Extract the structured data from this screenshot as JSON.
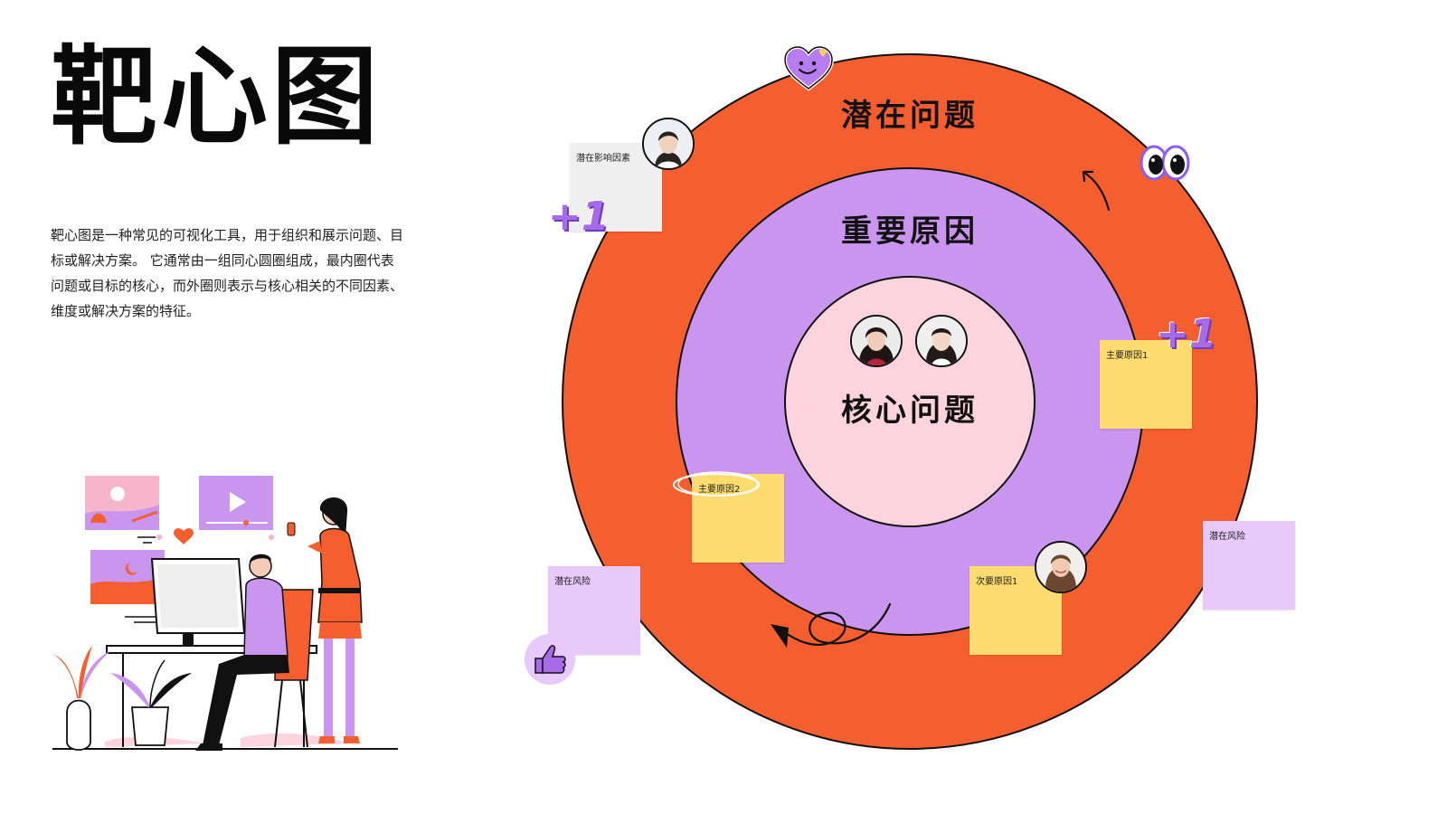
{
  "title": "靶心图",
  "description": "靶心图是一种常见的可视化工具，用于组织和展示问题、目标或解决方案。 它通常由一组同心圆圈组成，最内圈代表问题或目标的核心，而外圈则表示与核心相关的不同因素、维度或解决方案的特征。",
  "rings": {
    "outer_label": "潜在问题",
    "middle_label": "重要原因",
    "inner_label": "核心问题"
  },
  "notes": {
    "potential_factor": "潜在影响因素",
    "main_reason_1": "主要原因1",
    "main_reason_2": "主要原因2",
    "secondary_reason_1": "次要原因1",
    "potential_risk_left": "潜在风险",
    "potential_risk_right": "潜在风险"
  },
  "stickers": {
    "plus_one": "+1"
  },
  "colors": {
    "outer_ring": "#F55E2F",
    "middle_ring": "#C995EF",
    "inner_ring": "#FDD3DE",
    "note_yellow": "#FEDC6F",
    "note_lilac": "#E7C9FB",
    "accent_purple": "#A86BE8"
  }
}
